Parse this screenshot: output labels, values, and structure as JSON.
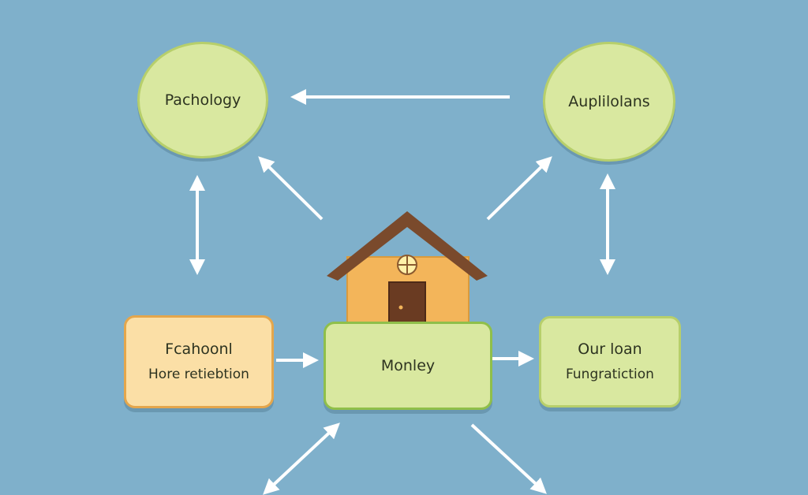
{
  "nodes": {
    "top_left": {
      "label": "Pachology"
    },
    "top_right": {
      "label": "Auplilolans"
    },
    "bottom_left": {
      "line1": "Fcahoonl",
      "line2": "Hore retiebtion"
    },
    "center": {
      "label": "Monley"
    },
    "bottom_right": {
      "line1": "Our loan",
      "line2": "Fungratiction"
    }
  },
  "colors": {
    "background": "#7fb0cb",
    "node_green": "#d9e8a0",
    "node_orange": "#fbdfa6",
    "arrow": "#ffffff",
    "house_roof": "#7a4a2c",
    "house_wall": "#f3b55a",
    "house_door": "#6a3b22",
    "house_window": "#fff0a8"
  },
  "icons": [
    "house-icon"
  ]
}
